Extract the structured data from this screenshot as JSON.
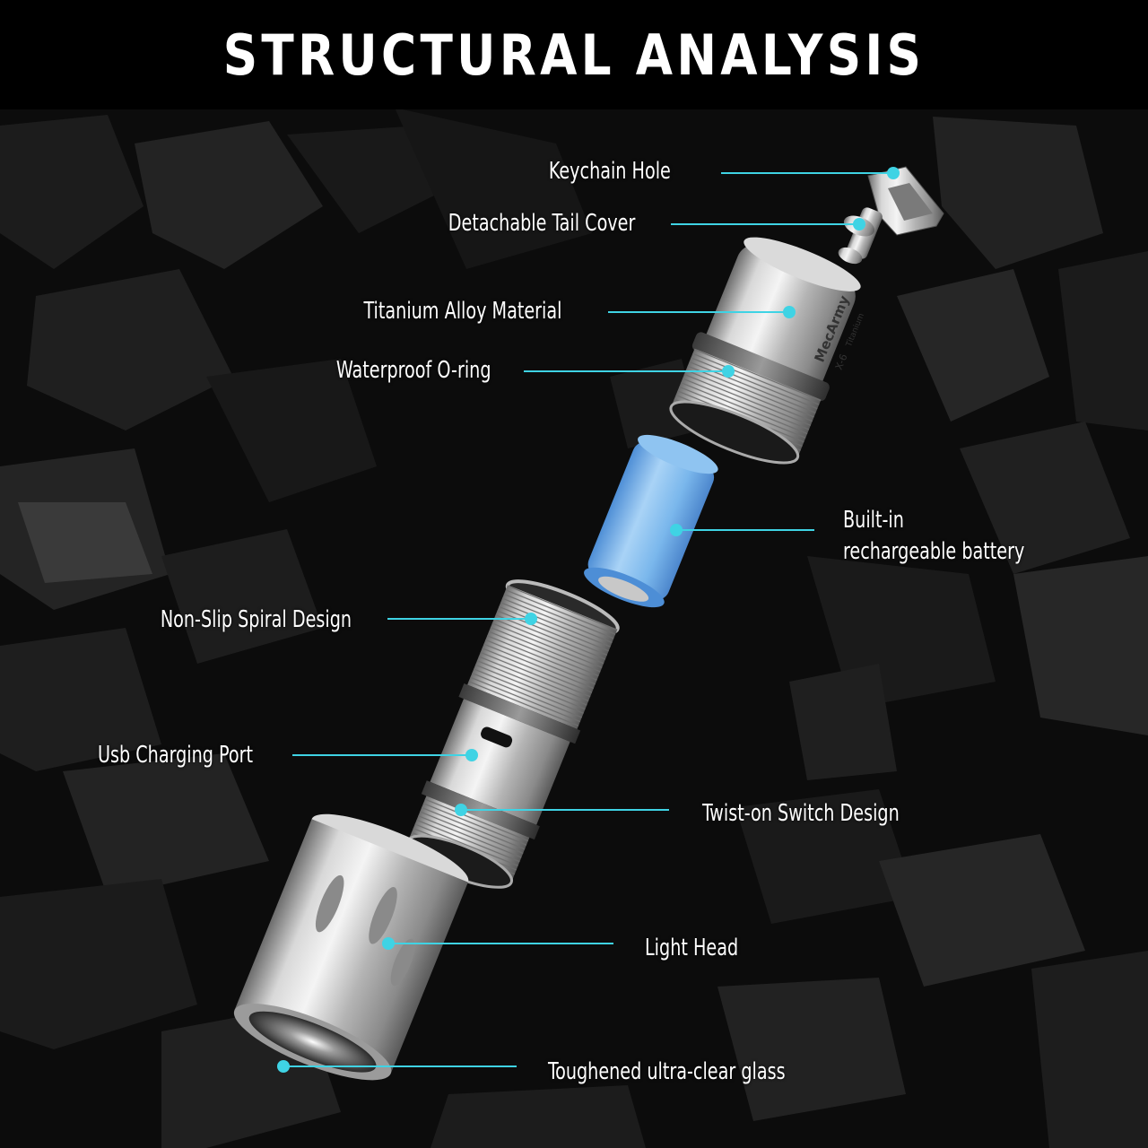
{
  "title": "STRUCTURAL ANALYSIS",
  "colors": {
    "accent": "#3fd3e4",
    "background": "#0c0c0c",
    "header": "#000000",
    "text": "#ffffff",
    "battery": "#74b8ee",
    "metal": "#c9c9c9"
  },
  "product_marking": {
    "brand": "MecArmy",
    "model": "X-6",
    "material": "Titanium"
  },
  "callouts": {
    "keychain_hole": "Keychain Hole",
    "detachable_tail_cover": "Detachable Tail Cover",
    "titanium_alloy_material": "Titanium Alloy Material",
    "waterproof_o_ring": "Waterproof O-ring",
    "battery_line1": "Built-in",
    "battery_line2": "rechargeable battery",
    "non_slip_spiral_design": "Non-Slip Spiral Design",
    "usb_charging_port": "Usb Charging Port",
    "twist_on_switch_design": "Twist-on Switch Design",
    "light_head": "Light Head",
    "toughened_glass": "Toughened ultra-clear glass"
  }
}
